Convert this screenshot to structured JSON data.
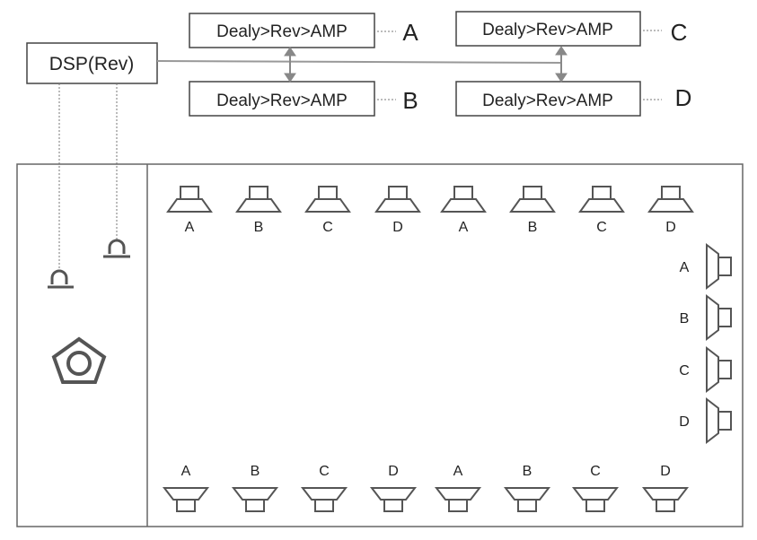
{
  "dsp": {
    "label": "DSP(Rev)"
  },
  "processing_chains": [
    {
      "id": "A",
      "label": "Dealy>Rev>AMP",
      "channel": "A"
    },
    {
      "id": "B",
      "label": "Dealy>Rev>AMP",
      "channel": "B"
    },
    {
      "id": "C",
      "label": "Dealy>Rev>AMP",
      "channel": "C"
    },
    {
      "id": "D",
      "label": "Dealy>Rev>AMP",
      "channel": "D"
    }
  ],
  "speakers": {
    "top_row": [
      "A",
      "B",
      "C",
      "D",
      "A",
      "B",
      "C",
      "D"
    ],
    "right_column": [
      "A",
      "B",
      "C",
      "D"
    ],
    "bottom_row": [
      "A",
      "B",
      "C",
      "D",
      "A",
      "B",
      "C",
      "D"
    ]
  },
  "stage_area": {
    "microphones": 2,
    "source": "pentagon-source"
  },
  "colors": {
    "line": "#555555",
    "connector": "#999999",
    "text": "#222222"
  }
}
